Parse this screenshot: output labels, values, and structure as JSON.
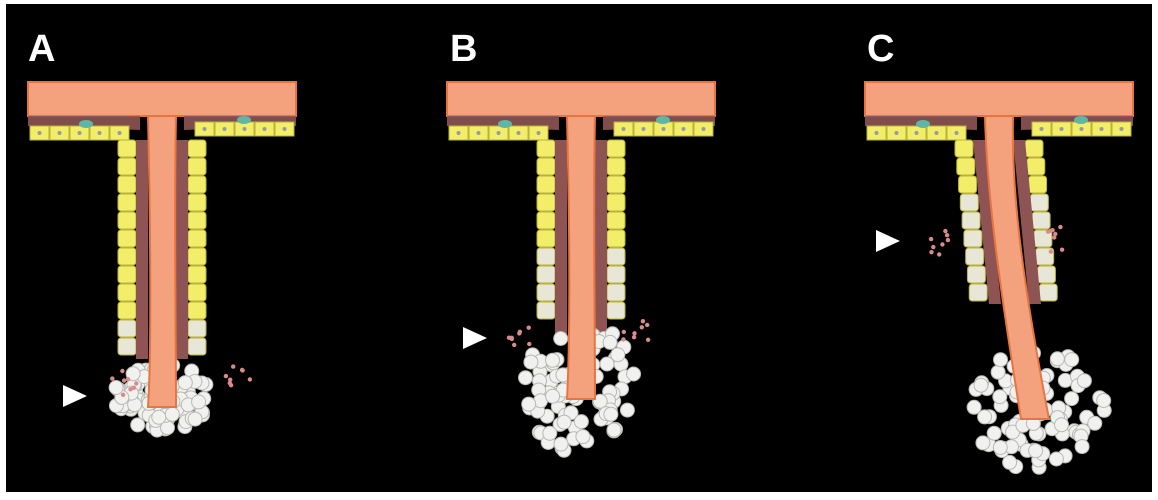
{
  "panels": [
    {
      "label": "A"
    },
    {
      "label": "B"
    },
    {
      "label": "C"
    }
  ],
  "colors": {
    "background": "#000000",
    "frame": "#ffffff",
    "dermis": "#f4a27e",
    "dermis_edge": "#e8753f",
    "muscle_tissue": "#8e5454",
    "epithelium": "#f2ee6a",
    "epithelium_cell_edge": "#b9b33a",
    "melanocyte": "#5fb5a6",
    "dying_cell": "#f1f1ef",
    "inflammatory_cell": "#d98b8b",
    "arrowhead": "#ffffff"
  },
  "icons": {
    "arrowhead": "right-pointing-triangle-icon"
  }
}
